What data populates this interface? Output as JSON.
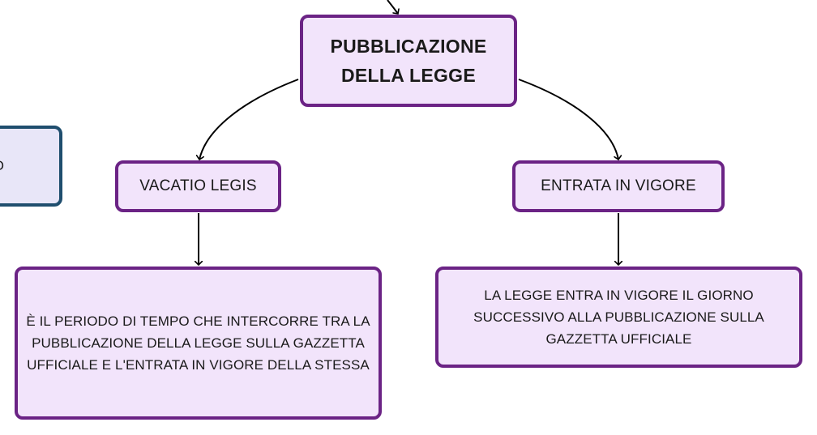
{
  "diagram": {
    "root": {
      "title_line1": "PUBBLICAZIONE",
      "title_line2": "DELLA LEGGE"
    },
    "left_branch": {
      "label": "VACATIO LEGIS",
      "description": "È IL PERIODO DI TEMPO CHE INTERCORRE TRA LA PUBBLICAZIONE DELLA LEGGE SULLA GAZZETTA UFFICIALE E L'ENTRATA IN VIGORE DELLA STESSA"
    },
    "right_branch": {
      "label": "ENTRATA IN VIGORE",
      "description": "LA LEGGE ENTRA IN VIGORE IL GIORNO SUCCESSIVO ALLA PUBBLICAZIONE SULLA GAZZETTA UFFICIALE"
    },
    "partial_node": {
      "visible_text": "O"
    }
  },
  "colors": {
    "node_border": "#6b2385",
    "node_fill": "#f2e4fb",
    "partial_border": "#1f4e6e",
    "partial_fill": "#e8e6f8",
    "connector": "#000000"
  }
}
